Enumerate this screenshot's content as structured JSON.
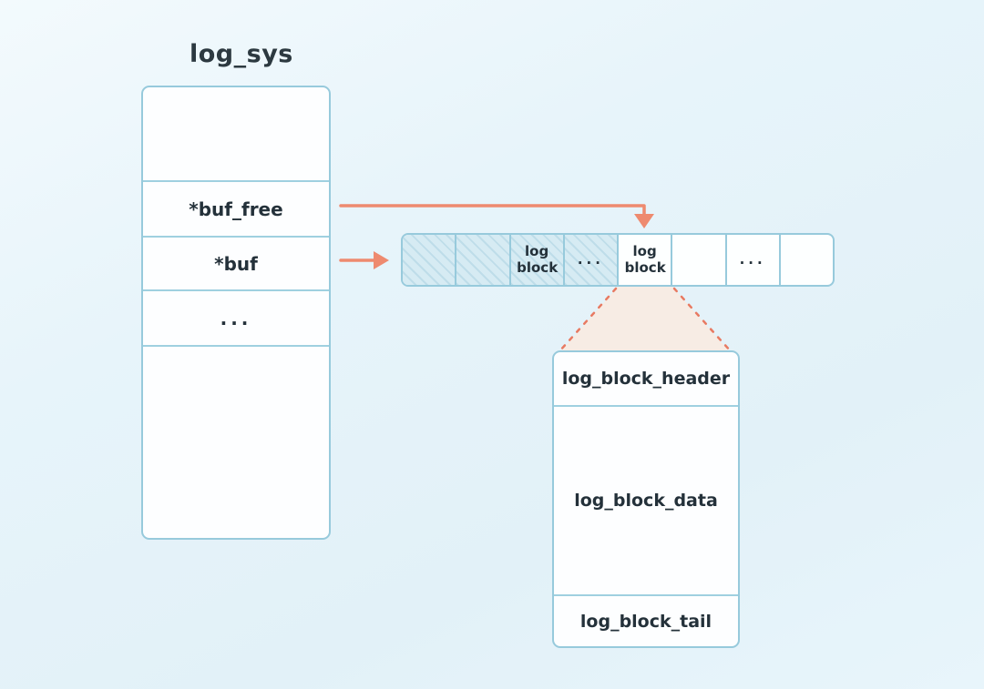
{
  "diagram": {
    "title": "log_sys",
    "struct": {
      "rows": [
        {
          "label": ""
        },
        {
          "label": "*buf_free"
        },
        {
          "label": "*buf"
        },
        {
          "label": "..."
        },
        {
          "label": ""
        }
      ]
    },
    "buffer": {
      "cells": [
        {
          "label": "",
          "filled": true
        },
        {
          "label": "",
          "filled": true
        },
        {
          "label": "log block",
          "filled": true
        },
        {
          "label": "...",
          "filled": true
        },
        {
          "label": "log block",
          "filled": false
        },
        {
          "label": "",
          "filled": false
        },
        {
          "label": "...",
          "filled": false
        },
        {
          "label": "",
          "filled": false
        }
      ]
    },
    "block_detail": {
      "rows": [
        {
          "label": "log_block_header"
        },
        {
          "label": "log_block_data"
        },
        {
          "label": "log_block_tail"
        }
      ]
    },
    "colors": {
      "accent": "#ee8a6f",
      "dash": "#e87a62",
      "border": "#97cadc",
      "cell_fill": "#d6ebf3",
      "trapezoid_fill": "#f7ece4",
      "text": "#24313a"
    }
  }
}
